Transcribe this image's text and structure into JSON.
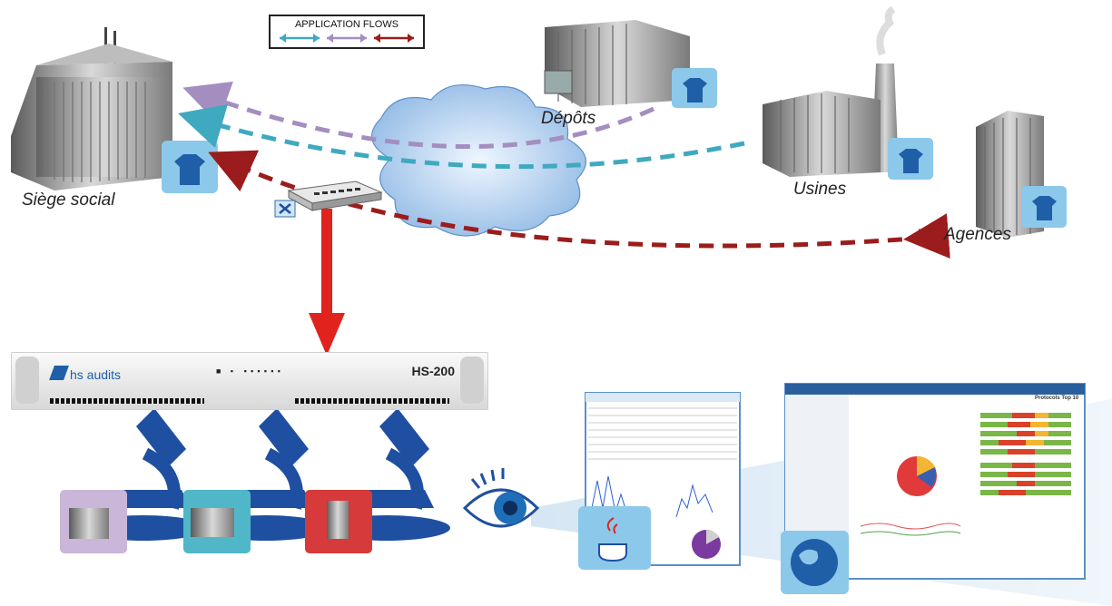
{
  "legend": {
    "title": "APPLICATION FLOWS",
    "flow_colors": [
      "#3fa9c0",
      "#a48ec0",
      "#9b1c1c"
    ]
  },
  "sites": {
    "headquarters": "Siège social",
    "depots": "Dépôts",
    "factories": "Usines",
    "branches": "Agences"
  },
  "appliance": {
    "brand": "hs audits",
    "model": "HS-200"
  },
  "colors": {
    "tap_arrow": "#e0231c",
    "microscope": "#1f4fa0",
    "cloud": "#b8d4ee",
    "purple_tile": "#c9b6d8",
    "teal_tile": "#4fb7c8",
    "red_tile": "#d63a3a"
  },
  "dashboard": {
    "title": "Protocols Top 10"
  }
}
